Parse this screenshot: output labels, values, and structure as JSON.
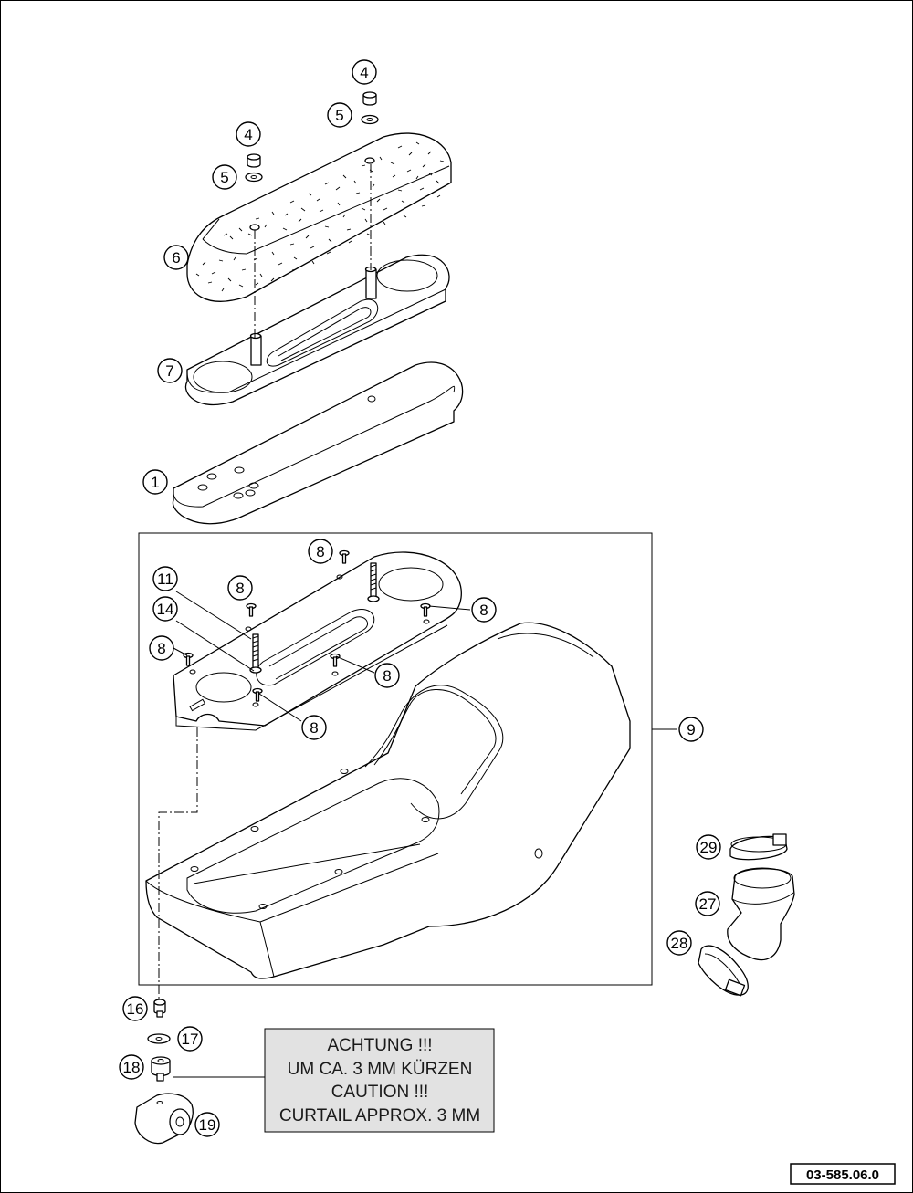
{
  "diagram": {
    "callouts": [
      {
        "id": "c4a",
        "label": "4"
      },
      {
        "id": "c5a",
        "label": "5"
      },
      {
        "id": "c4b",
        "label": "4"
      },
      {
        "id": "c5b",
        "label": "5"
      },
      {
        "id": "c6",
        "label": "6"
      },
      {
        "id": "c7",
        "label": "7"
      },
      {
        "id": "c1",
        "label": "1"
      },
      {
        "id": "c8a",
        "label": "8"
      },
      {
        "id": "c11",
        "label": "11"
      },
      {
        "id": "c8b",
        "label": "8"
      },
      {
        "id": "c8c",
        "label": "8"
      },
      {
        "id": "c14",
        "label": "14"
      },
      {
        "id": "c8d",
        "label": "8"
      },
      {
        "id": "c8e",
        "label": "8"
      },
      {
        "id": "c8f",
        "label": "8"
      },
      {
        "id": "c9",
        "label": "9"
      },
      {
        "id": "c29",
        "label": "29"
      },
      {
        "id": "c27",
        "label": "27"
      },
      {
        "id": "c28",
        "label": "28"
      },
      {
        "id": "c16",
        "label": "16"
      },
      {
        "id": "c17",
        "label": "17"
      },
      {
        "id": "c18",
        "label": "18"
      },
      {
        "id": "c19",
        "label": "19"
      }
    ],
    "note": {
      "lines": [
        "ACHTUNG !!!",
        "UM CA. 3 MM KÜRZEN",
        "CAUTION !!!",
        "CURTAIL APPROX. 3 MM"
      ],
      "background": "#e2e2e2"
    },
    "drawing_number": "03-585.06.0"
  }
}
